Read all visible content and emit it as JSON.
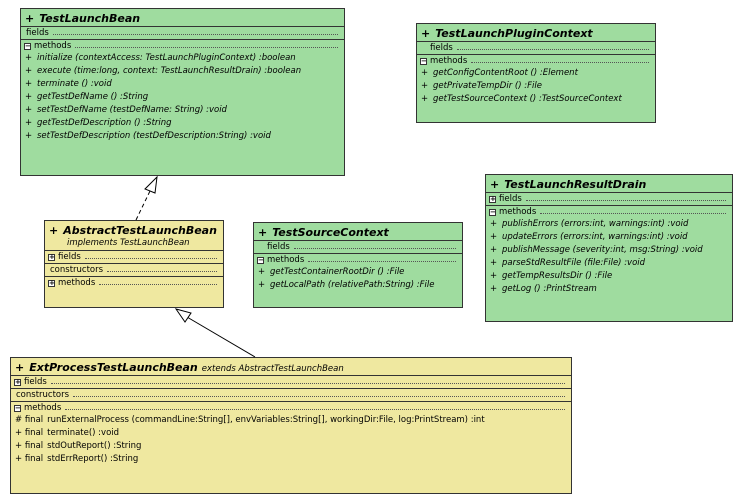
{
  "classes": {
    "test_launch_bean": {
      "title": "TestLaunchBean",
      "visibility": "+",
      "fields_label": "fields",
      "methods_label": "methods",
      "methods": [
        {
          "vis": "+",
          "sig": "initialize (contextAccess: TestLaunchPluginContext) :boolean"
        },
        {
          "vis": "+",
          "sig": "execute (time:long, context: TestLaunchResultDrain) :boolean"
        },
        {
          "vis": "+",
          "sig": "terminate () :void"
        },
        {
          "vis": "+",
          "sig": "getTestDefName () :String"
        },
        {
          "vis": "+",
          "sig": "setTestDefName (testDefName: String) :void"
        },
        {
          "vis": "+",
          "sig": "getTestDefDescription () :String"
        },
        {
          "vis": "+",
          "sig": "setTestDefDescription (testDefDescription:String) :void"
        }
      ]
    },
    "plugin_context": {
      "title": "TestLaunchPluginContext",
      "visibility": "+",
      "fields_label": "fields",
      "methods_label": "methods",
      "methods": [
        {
          "vis": "+",
          "sig": "getConfigContentRoot () :Element"
        },
        {
          "vis": "+",
          "sig": "getPrivateTempDir () :File"
        },
        {
          "vis": "+",
          "sig": "getTestSourceContext () :TestSourceContext"
        }
      ]
    },
    "result_drain": {
      "title": "TestLaunchResultDrain",
      "visibility": "+",
      "fields_label": "fields",
      "methods_label": "methods",
      "methods": [
        {
          "vis": "+",
          "sig": "publishErrors (errors:int, warnings:int) :void"
        },
        {
          "vis": "+",
          "sig": "updateErrors (errors:int, warnings:int) :void"
        },
        {
          "vis": "+",
          "sig": "publishMessage (severity:int, msg:String) :void"
        },
        {
          "vis": "+",
          "sig": "parseStdResultFile (file:File) :void"
        },
        {
          "vis": "+",
          "sig": "getTempResultsDir () :File"
        },
        {
          "vis": "+",
          "sig": "getLog () :PrintStream"
        }
      ]
    },
    "source_context": {
      "title": "TestSourceContext",
      "visibility": "+",
      "fields_label": "fields",
      "methods_label": "methods",
      "methods": [
        {
          "vis": "+",
          "sig": "getTestContainerRootDir () :File"
        },
        {
          "vis": "+",
          "sig": "getLocalPath (relativePath:String) :File"
        }
      ]
    },
    "abstract_bean": {
      "title": "AbstractTestLaunchBean",
      "visibility": "+",
      "implements": "implements TestLaunchBean",
      "fields_label": "fields",
      "constructors_label": "constructors",
      "methods_label": "methods"
    },
    "ext_process_bean": {
      "title": "ExtProcessTestLaunchBean",
      "visibility": "+",
      "extends": "extends AbstractTestLaunchBean",
      "fields_label": "fields",
      "constructors_label": "constructors",
      "methods_label": "methods",
      "methods": [
        {
          "vis": "# final",
          "sig": "runExternalProcess (commandLine:String[], envVariables:String[], workingDir:File, log:PrintStream) :int"
        },
        {
          "vis": "+ final",
          "sig": "terminate() :void"
        },
        {
          "vis": "+ final",
          "sig": "stdOutReport() :String"
        },
        {
          "vis": "+ final",
          "sig": "stdErrReport() :String"
        }
      ]
    }
  },
  "colors": {
    "interface_fill": "#9fdc9f",
    "class_fill": "#efe8a0",
    "border": "#333333"
  }
}
